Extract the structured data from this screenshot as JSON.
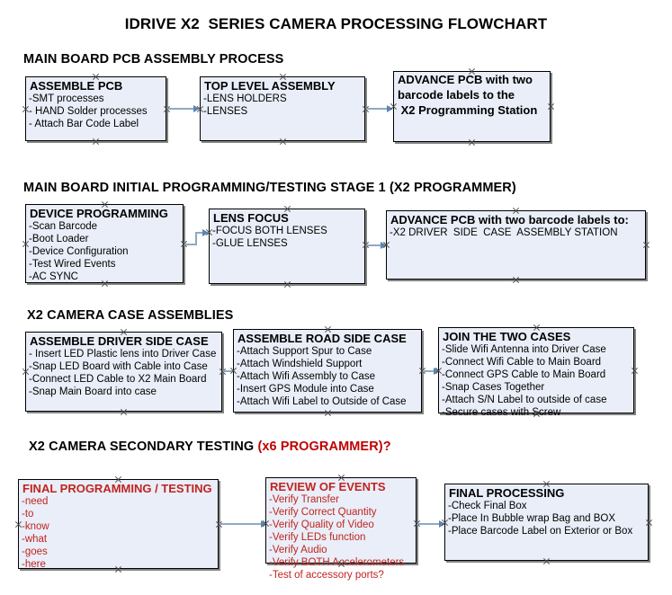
{
  "document": {
    "title": "IDRIVE X2  SERIES CAMERA PROCESSING FLOWCHART"
  },
  "colors": {
    "box_fill": "#e9eef8",
    "box_border": "#000000",
    "connector": "#8fa9c4",
    "accent_red": "#c0241f",
    "text": "#000000"
  },
  "sections": [
    {
      "id": "main-board-pcb-assembly",
      "heading": "MAIN BOARD PCB ASSEMBLY PROCESS",
      "heading_accent": "",
      "nodes": [
        {
          "id": "assemble-pcb",
          "title": "ASSEMBLE PCB",
          "lines": [
            "-SMT processes",
            "- HAND Solder processes",
            "- Attach Bar Code Label"
          ]
        },
        {
          "id": "top-level-assembly",
          "title": "TOP LEVEL ASSEMBLY",
          "lines": [
            "-LENS HOLDERS",
            "-LENSES"
          ]
        },
        {
          "id": "advance-pcb-x2-programming-station",
          "title": "",
          "body": [
            "ADVANCE PCB with two",
            "barcode labels to the",
            " X2 Programming Station"
          ]
        }
      ]
    },
    {
      "id": "main-board-initial-programming",
      "heading": "MAIN BOARD INITIAL PROGRAMMING/TESTING STAGE 1 (X2 PROGRAMMER)",
      "heading_accent": "",
      "nodes": [
        {
          "id": "device-programming",
          "title": "DEVICE PROGRAMMING",
          "lines": [
            "-Scan Barcode",
            "-Boot Loader",
            "-Device Configuration",
            "-Test Wired Events",
            "-AC SYNC"
          ]
        },
        {
          "id": "lens-focus",
          "title": "LENS FOCUS",
          "lines": [
            "-FOCUS BOTH LENSES",
            "-GLUE LENSES"
          ]
        },
        {
          "id": "advance-pcb-driver-side-case",
          "title": "ADVANCE PCB with two barcode labels to:",
          "lines": [
            "-X2 DRIVER  SIDE  CASE  ASSEMBLY STATION"
          ]
        }
      ]
    },
    {
      "id": "x2-camera-case-assemblies",
      "heading": "X2 CAMERA CASE ASSEMBLIES",
      "heading_accent": "",
      "nodes": [
        {
          "id": "assemble-driver-side-case",
          "title": "ASSEMBLE DRIVER SIDE CASE",
          "lines": [
            "- Insert LED Plastic lens into Driver Case",
            "-Snap LED Board with Cable into Case",
            "-Connect LED Cable to X2 Main Board",
            "-Snap Main Board into case"
          ]
        },
        {
          "id": "assemble-road-side-case",
          "title": "ASSEMBLE ROAD SIDE CASE",
          "lines": [
            "-Attach Support Spur to Case",
            "-Attach Windshield Support",
            "-Attach Wifi Assembly to Case",
            "-Insert GPS Module into Case",
            "-Attach Wifi Label to Outside of Case"
          ]
        },
        {
          "id": "join-the-two-cases",
          "title": "JOIN THE TWO CASES",
          "lines": [
            "-Slide Wifi Antenna into Driver Case",
            "-Connect Wifi Cable to Main Board",
            "-Connect GPS Cable to Main Board",
            "-Snap Cases Together",
            "-Attach S/N Label to outside of case",
            "-Secure cases with Screw"
          ]
        }
      ]
    },
    {
      "id": "x2-camera-secondary-testing",
      "heading": "X2 CAMERA SECONDARY TESTING ",
      "heading_accent": "(x6 PROGRAMMER)?",
      "nodes": [
        {
          "id": "final-programming-testing",
          "title": "FINAL PROGRAMMING / TESTING",
          "lines": [
            "-need",
            "-to",
            "-know",
            "-what",
            "-goes",
            "-here"
          ]
        },
        {
          "id": "review-of-events",
          "title": "REVIEW OF EVENTS",
          "lines": [
            "-Verify Transfer",
            "-Verify Correct Quantity",
            "-Verify Quality of Video",
            "-Verify LEDs function",
            "-Verify Audio",
            "-Verify BOTH Accelerometers",
            "-Test of accessory ports?"
          ]
        },
        {
          "id": "final-processing",
          "title": "FINAL PROCESSING",
          "lines": [
            "-Check Final Box",
            "-Place In Bubble wrap Bag and BOX",
            "-Place Barcode Label on Exterior or Box"
          ]
        }
      ]
    }
  ]
}
